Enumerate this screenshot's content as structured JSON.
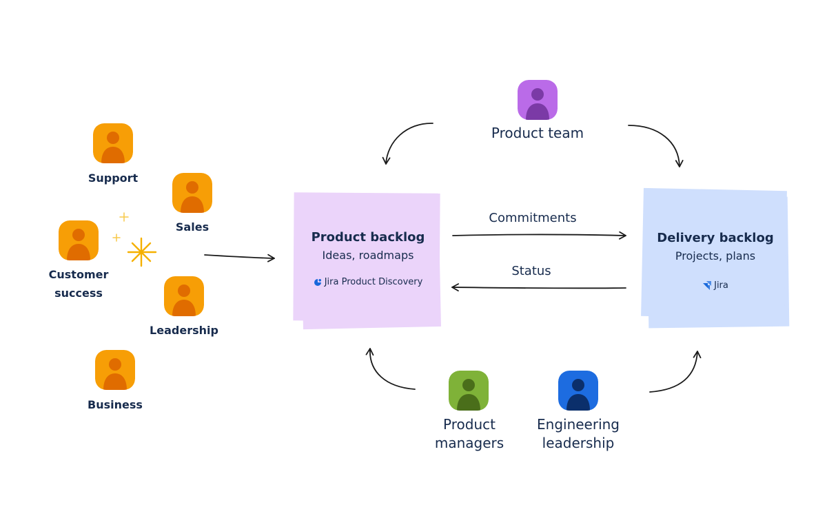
{
  "stakeholders": [
    {
      "id": "support",
      "label": "Support"
    },
    {
      "id": "sales",
      "label": "Sales"
    },
    {
      "id": "customer-success",
      "label": "Customer\nsuccess"
    },
    {
      "id": "leadership",
      "label": "Leadership"
    },
    {
      "id": "business",
      "label": "Business"
    }
  ],
  "teams": {
    "product_team": "Product team",
    "product_managers": "Product\nmanagers",
    "engineering_leadership": "Engineering\nleadership"
  },
  "product_backlog": {
    "title": "Product backlog",
    "subtitle": "Ideas, roadmaps",
    "brand": "Jira Product Discovery"
  },
  "delivery_backlog": {
    "title": "Delivery backlog",
    "subtitle": "Projects, plans",
    "brand": "Jira"
  },
  "edges": {
    "commitments": "Commitments",
    "status": "Status"
  },
  "colors": {
    "stakeholder": "#F79E06",
    "stakeholder_figure": "#E06C00",
    "product_team": "#BA6BE8",
    "product_team_figure": "#7B3AA6",
    "product_managers": "#7FB238",
    "product_managers_figure": "#4A6E1A",
    "engineering": "#1D6CE0",
    "engineering_figure": "#0B2F6B",
    "product_card": "#EBD4FA",
    "delivery_card": "#CFDFFD",
    "spark": "#F5B000"
  },
  "icons": {
    "discovery": "jira-product-discovery-logo-icon",
    "jira": "jira-logo-icon"
  }
}
